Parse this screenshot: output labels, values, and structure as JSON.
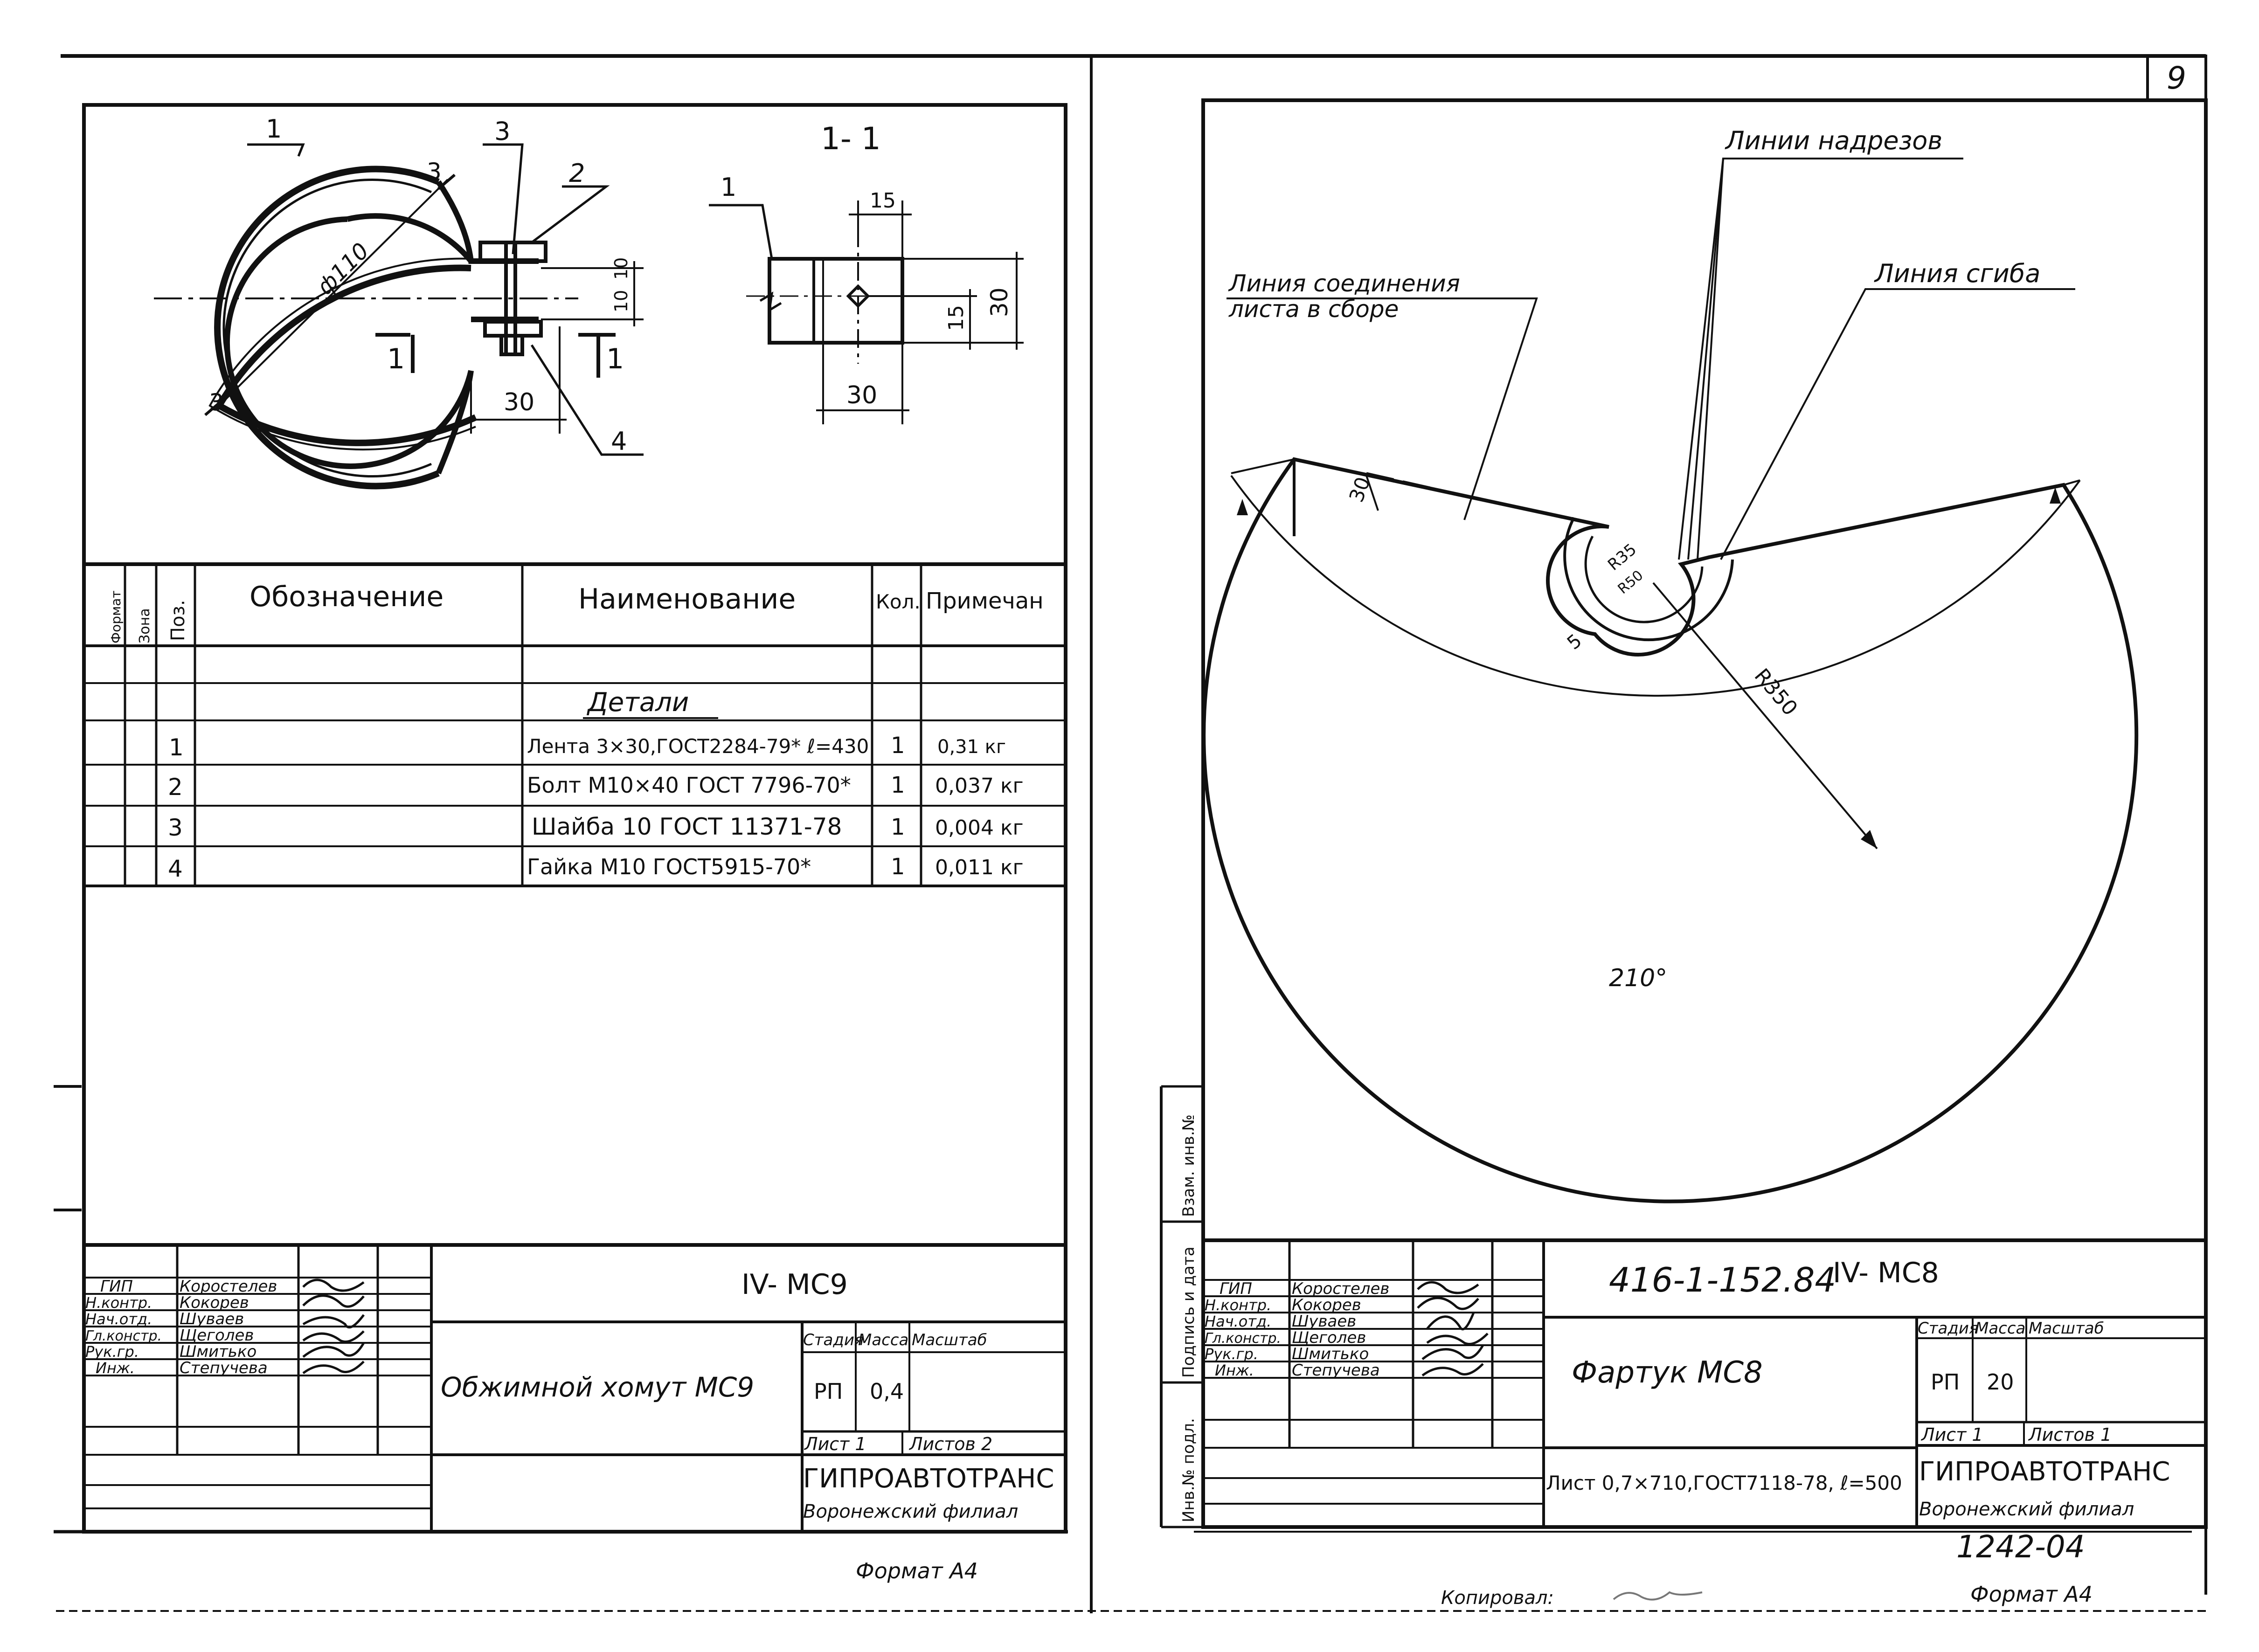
{
  "page_number": "9",
  "left_sheet": {
    "section_label": "1- 1",
    "dims": {
      "diameter": "ф110",
      "callout_1": "1",
      "callout_2": "2",
      "callout_3a": "3",
      "callout_3b": "3",
      "callout_3c": "3",
      "callout_4": "4",
      "dim_30_a": "30",
      "dim_10_a": "10",
      "dim_10_b": "10",
      "dim_30_b": "30",
      "dim_15_top": "15",
      "dim_15_side": "15",
      "dim_30_side": "30",
      "section_mark_left": "1",
      "section_mark_right": "1",
      "sec_callout_1": "1"
    },
    "spec_table": {
      "headers": {
        "format": "Формат",
        "zone": "Зона",
        "pos": "Поз.",
        "designation": "Обозначение",
        "name": "Наименование",
        "qty": "Кол.",
        "note": "Примечан"
      },
      "group_title": "Детали",
      "rows": [
        {
          "pos": "1",
          "name": "Лента 3×30,ГОСТ2284-79* ℓ=430",
          "qty": "1",
          "note": "0,31 кг"
        },
        {
          "pos": "2",
          "name": "Болт М10×40 ГОСТ 7796-70*",
          "qty": "1",
          "note": "0,037 кг"
        },
        {
          "pos": "3",
          "name": "Шайба 10 ГОСТ 11371-78",
          "qty": "1",
          "note": "0,004 кг"
        },
        {
          "pos": "4",
          "name": "Гайка М10 ГОСТ5915-70*",
          "qty": "1",
          "note": "0,011 кг"
        }
      ]
    },
    "title_block": {
      "roles": [
        "ГИП",
        "Н.контр.",
        "Нач.отд.",
        "Гл.констр.",
        "Рук.гр.",
        "Инж."
      ],
      "names": [
        "Коростелев",
        "Кокорев",
        "Шуваев",
        "Щеголев",
        "Шмитько",
        "Степучева"
      ],
      "code": "IV- МС9",
      "title": "Обжимной хомут МС9",
      "stage_label": "Стадия",
      "mass_label": "Масса",
      "scale_label": "Масштаб",
      "stage": "РП",
      "mass": "0,4",
      "sheet": "Лист 1",
      "sheets": "Листов 2",
      "org": "ГИПРОАВТОТРАНС",
      "branch": "Воронежский филиал"
    },
    "format": "Формат А4"
  },
  "right_sheet": {
    "labels": {
      "cut_lines": "Линии надрезов",
      "bend_line": "Линия сгиба",
      "join_line_1": "Линия соединения",
      "join_line_2": "листа в сборе",
      "dim_30": "30",
      "r35": "R35",
      "r50": "R50",
      "dim_5": "5",
      "r350": "R350",
      "angle": "210°"
    },
    "side_stamp": {
      "inv_no": "Инв.№ подл.",
      "sign_date": "Подпись и дата",
      "repl_inv": "Взам. инв.№"
    },
    "title_block": {
      "roles": [
        "ГИП",
        "Н.контр.",
        "Нач.отд.",
        "Гл.констр.",
        "Рук.гр.",
        "Инж."
      ],
      "names": [
        "Коростелев",
        "Кокорев",
        "Шуваев",
        "Щеголев",
        "Шмитько",
        "Степучева"
      ],
      "doc_no": "416-1-152.84",
      "code": "IV- МС8",
      "title": "Фартук МС8",
      "stage_label": "Стадия",
      "mass_label": "Масса",
      "scale_label": "Масштаб",
      "stage": "РП",
      "mass": "20",
      "sheet": "Лист 1",
      "sheets": "Листов 1",
      "material": "Лист 0,7×710,ГОСТ7118-78, ℓ=500",
      "org": "ГИПРОАВТОТРАНС",
      "branch": "Воронежский филиал"
    },
    "archive_no": "1242-04",
    "copied": "Копировал:",
    "format": "Формат А4"
  }
}
